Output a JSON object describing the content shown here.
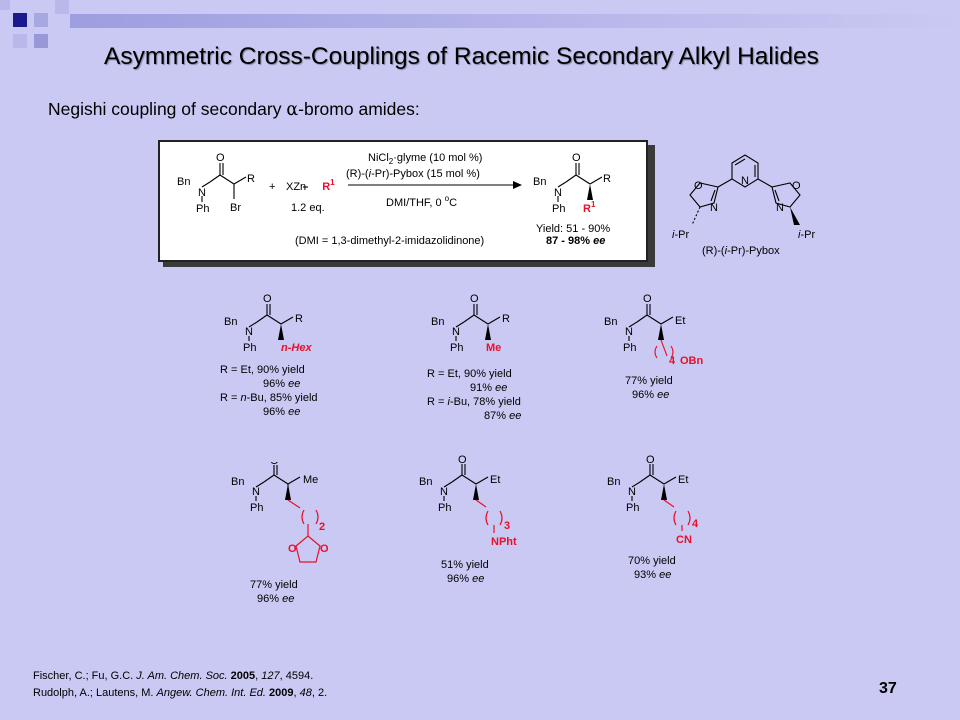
{
  "slide": {
    "title": "Asymmetric Cross-Couplings of Racemic Secondary Alkyl Halides",
    "subtitle_pre": "Negishi coupling of secondary ",
    "subtitle_alpha": "α",
    "subtitle_post": "-bromo amides:",
    "page_number": "37"
  },
  "reaction": {
    "sm_labels": {
      "O": "O",
      "Bn": "Bn",
      "N": "N",
      "Ph": "Ph",
      "R": "R",
      "Br": "Br"
    },
    "plus": "+",
    "reagent_pre": "XZn",
    "reagent_dash": "–",
    "reagent_R": "R",
    "reagent_sup": "1",
    "equiv": "1.2 eq.",
    "cond1_pre": "NiCl",
    "cond1_sub": "2",
    "cond1_post": "·glyme (10 mol %)",
    "cond2_pre": "(R)-(",
    "cond2_i": "i",
    "cond2_post": "-Pr)-Pybox (15 mol %)",
    "cond3_pre": "DMI/THF, 0 ",
    "cond3_sup": "o",
    "cond3_post": "C",
    "note": "(DMI = 1,3-dimethyl-2-imidazolidinone)",
    "product_R1": "R",
    "product_R1_sup": "1",
    "yield": "Yield: 51 - 90%",
    "ee_pre": "87 - 98% ",
    "ee_it": "ee"
  },
  "ligand": {
    "N": "N",
    "O": "O",
    "iPr_i": "i",
    "iPr_rest": "-Pr",
    "name_pre": "(R)-(",
    "name_i": "i",
    "name_post": "-Pr)-Pybox"
  },
  "products": [
    {
      "sub": "n-Hex",
      "R": "R",
      "lines": [
        [
          "R = Et, 90% yield"
        ],
        [
          "96% ",
          "ee"
        ],
        [
          "R = ",
          "n",
          "-Bu, 85% yield"
        ],
        [
          "96% ",
          "ee"
        ]
      ]
    },
    {
      "sub": "Me",
      "R": "R",
      "lines": [
        [
          "R = Et, 90% yield"
        ],
        [
          "91% ",
          "ee"
        ],
        [
          "R = ",
          "i",
          "-Bu, 78% yield"
        ],
        [
          "87% ",
          "ee"
        ]
      ]
    },
    {
      "sub": "OBn",
      "R": "Et",
      "n": "4",
      "lines": [
        [
          "77% yield"
        ],
        [
          "96% ",
          "ee"
        ]
      ]
    },
    {
      "sub": "O",
      "R": "Me",
      "n": "2",
      "lines": [
        [
          "77% yield"
        ],
        [
          "96% ",
          "ee"
        ]
      ]
    },
    {
      "sub": "NPht",
      "R": "Et",
      "n": "3",
      "lines": [
        [
          "51% yield"
        ],
        [
          "96% ",
          "ee"
        ]
      ]
    },
    {
      "sub": "CN",
      "R": "Et",
      "n": "4",
      "lines": [
        [
          "70% yield"
        ],
        [
          "93% ",
          "ee"
        ]
      ]
    }
  ],
  "common": {
    "O": "O",
    "Bn": "Bn",
    "N": "N",
    "Ph": "Ph"
  },
  "references": [
    {
      "authors": "Fischer, C.; Fu, G.C. ",
      "journal": "J. Am. Chem. Soc.",
      "year": "2005",
      "vol": "127",
      "pages": ", 4594."
    },
    {
      "authors": "Rudolph, A.; Lautens, M. ",
      "journal": "Angew. Chem. Int. Ed.",
      "year": "2009",
      "vol": "48",
      "pages": ", 2."
    }
  ],
  "colors": {
    "background": "#c9c9f3",
    "accent_red": "#e8102a",
    "square_dark": "#1a1a8c",
    "square_light": "#9999dd"
  }
}
